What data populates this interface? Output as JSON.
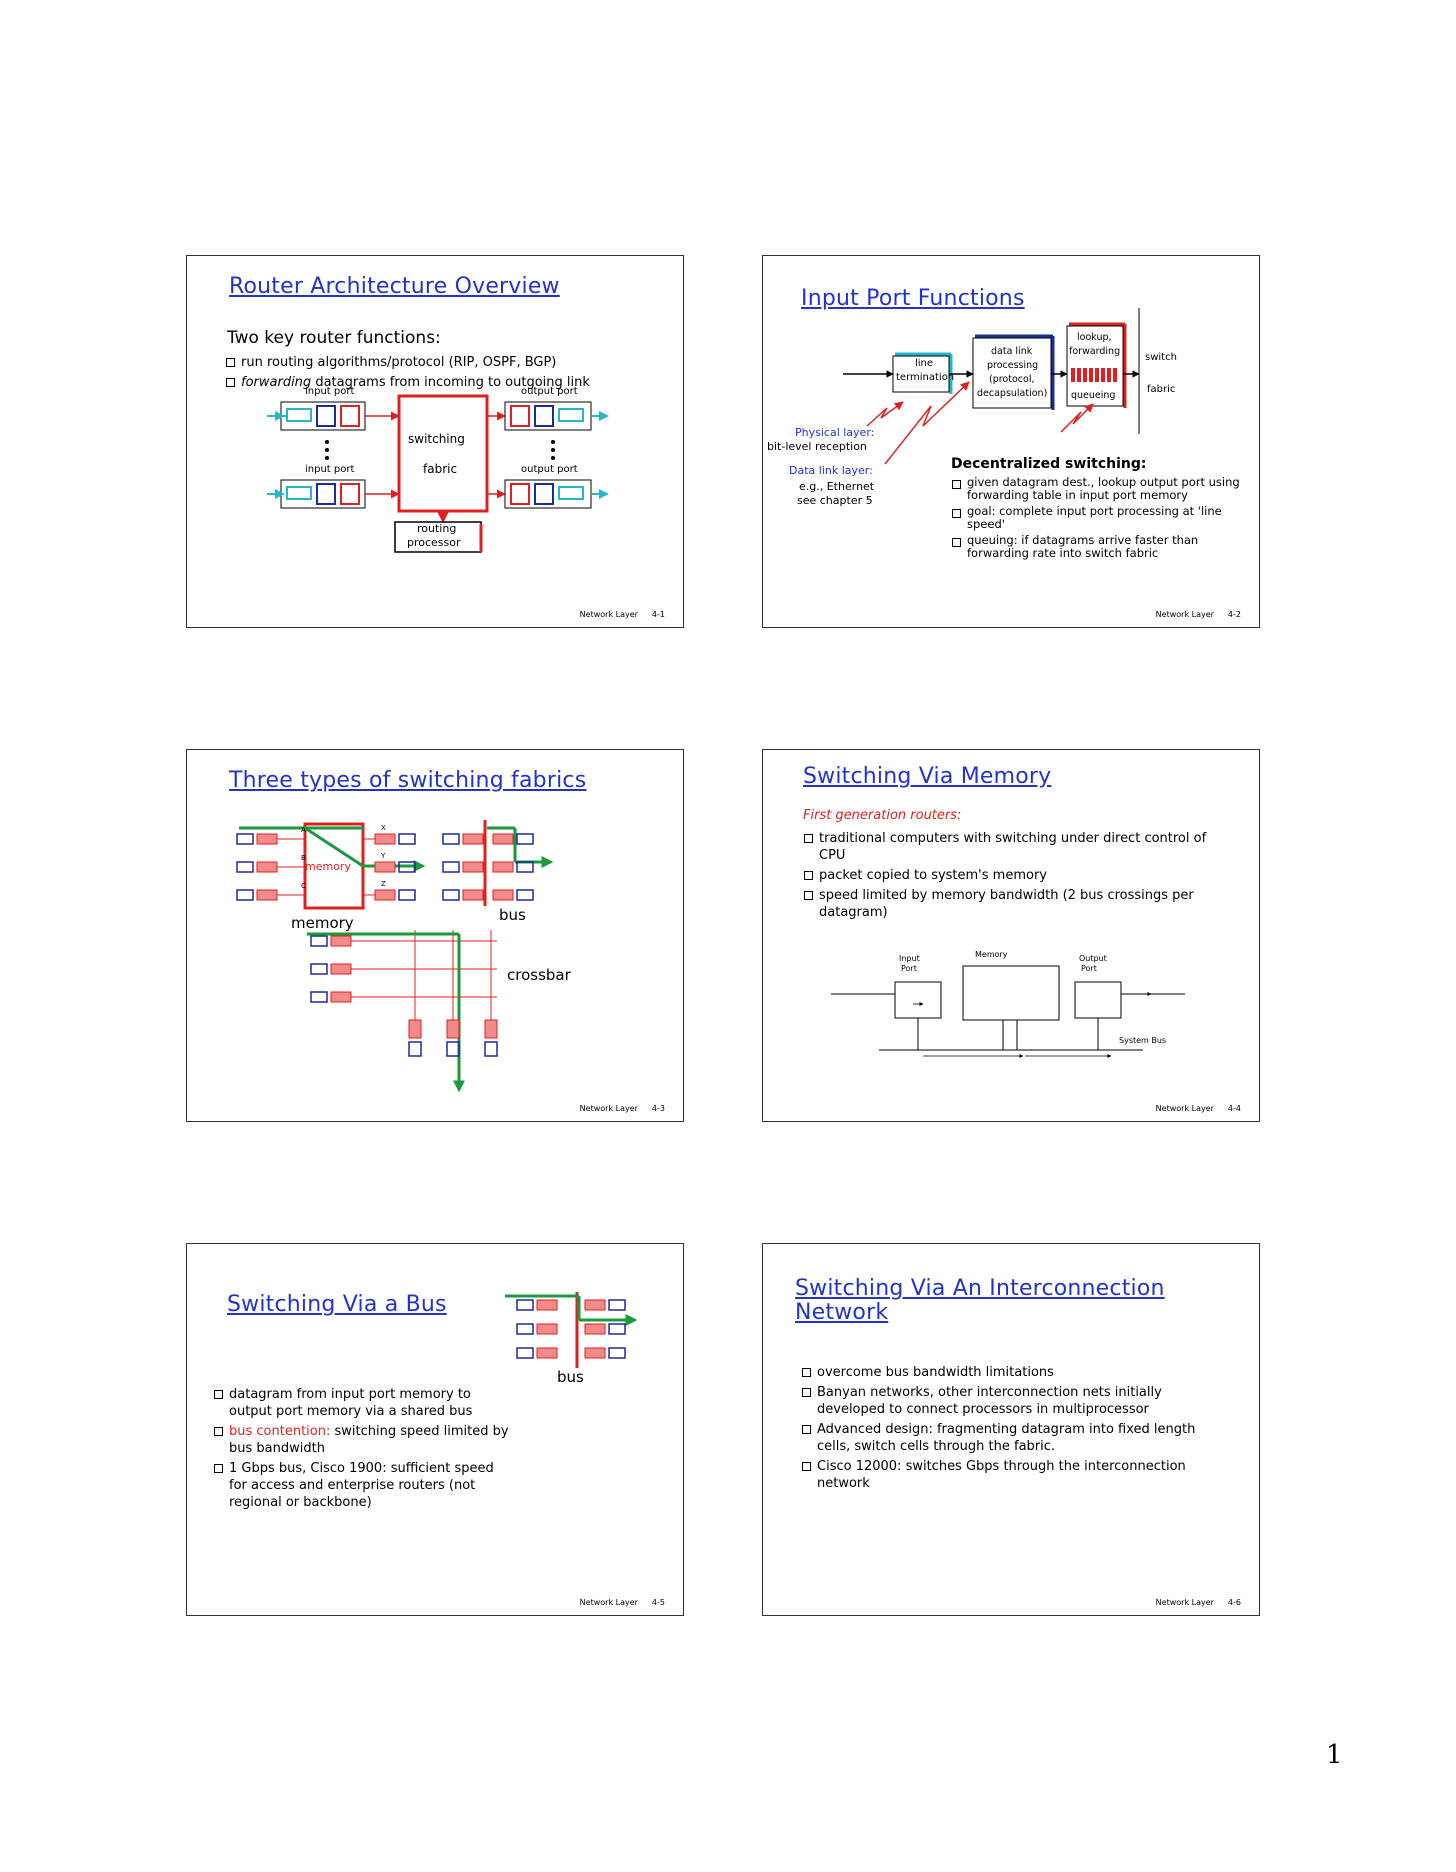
{
  "slides": [
    {
      "title": "Router Architecture Overview",
      "heading": "Two key router functions:",
      "bullets": [
        "run routing algorithms/protocol (RIP, OSPF, BGP)",
        "datagrams from incoming to outgoing link"
      ],
      "bullet2_em": "forwarding",
      "diagram": {
        "input_port_1": "input port",
        "input_port_2": "input port",
        "output_port_1": "output port",
        "output_port_2": "output port",
        "switching": "switching",
        "fabric": "fabric",
        "routing": "routing",
        "processor": "processor"
      },
      "footer_left": "Network Layer",
      "footer_num": "4-1"
    },
    {
      "title": "Input Port Functions",
      "diagram": {
        "line": "line",
        "termination": "termination",
        "dl1": "data link",
        "dl2": "processing",
        "dl3": "(protocol,",
        "dl4": "decapsulation)",
        "lk1": "lookup,",
        "lk2": "forwarding",
        "queueing": "queueing",
        "switch": "switch",
        "fabric": "fabric"
      },
      "phys_label": "Physical layer:",
      "phys_desc": "bit-level reception",
      "dl_label": "Data link layer:",
      "dl_eg": "e.g., Ethernet",
      "dl_see": "see chapter 5",
      "heading": "Decentralized switching",
      "bullets": [
        "given datagram dest., lookup output port using forwarding table in input port memory",
        "goal: complete input port processing at 'line speed'",
        "queuing: if datagrams arrive faster than forwarding rate into switch fabric"
      ],
      "footer_left": "Network Layer",
      "footer_num": "4-2"
    },
    {
      "title": "Three types of switching fabrics",
      "labels": {
        "memory": "memory",
        "memory_box": "memory",
        "bus": "bus",
        "crossbar": "crossbar",
        "A": "A",
        "B": "B",
        "C": "C",
        "X": "X",
        "Y": "Y",
        "Z": "Z"
      },
      "footer_left": "Network Layer",
      "footer_num": "4-3"
    },
    {
      "title": "Switching Via Memory",
      "red_heading": "First generation routers:",
      "bullets": [
        "traditional computers with switching under direct control of CPU",
        "packet copied to system's memory",
        "speed limited by memory bandwidth (2 bus crossings per datagram)"
      ],
      "diagram": {
        "input1": "Input",
        "input2": "Port",
        "memory": "Memory",
        "output1": "Output",
        "output2": "Port",
        "system_bus": "System Bus"
      },
      "footer_left": "Network Layer",
      "footer_num": "4-4"
    },
    {
      "title": "Switching Via a Bus",
      "bus_label": "bus",
      "bullet1": "datagram from input port memory to output port memory via a shared bus",
      "bullet2_red": "bus contention:",
      "bullet2_rest": " switching speed limited by bus bandwidth",
      "bullet3": "1 Gbps bus, Cisco 1900: sufficient speed for access and enterprise routers (not regional or backbone)",
      "footer_left": "Network Layer",
      "footer_num": "4-5"
    },
    {
      "title_line1": "Switching Via An Interconnection",
      "title_line2": "Network",
      "bullets": [
        "overcome  bus bandwidth limitations",
        "Banyan networks, other interconnection nets initially developed to connect processors in multiprocessor",
        "Advanced design: fragmenting datagram into fixed length cells, switch cells through the fabric.",
        "Cisco 12000: switches Gbps through the interconnection network"
      ],
      "footer_left": "Network Layer",
      "footer_num": "4-6"
    }
  ],
  "page_number": "1",
  "colors": {
    "title_blue": "#2233cc",
    "accent_red": "#e02020",
    "cyan": "#22b8cc",
    "green": "#1a9a3a"
  }
}
